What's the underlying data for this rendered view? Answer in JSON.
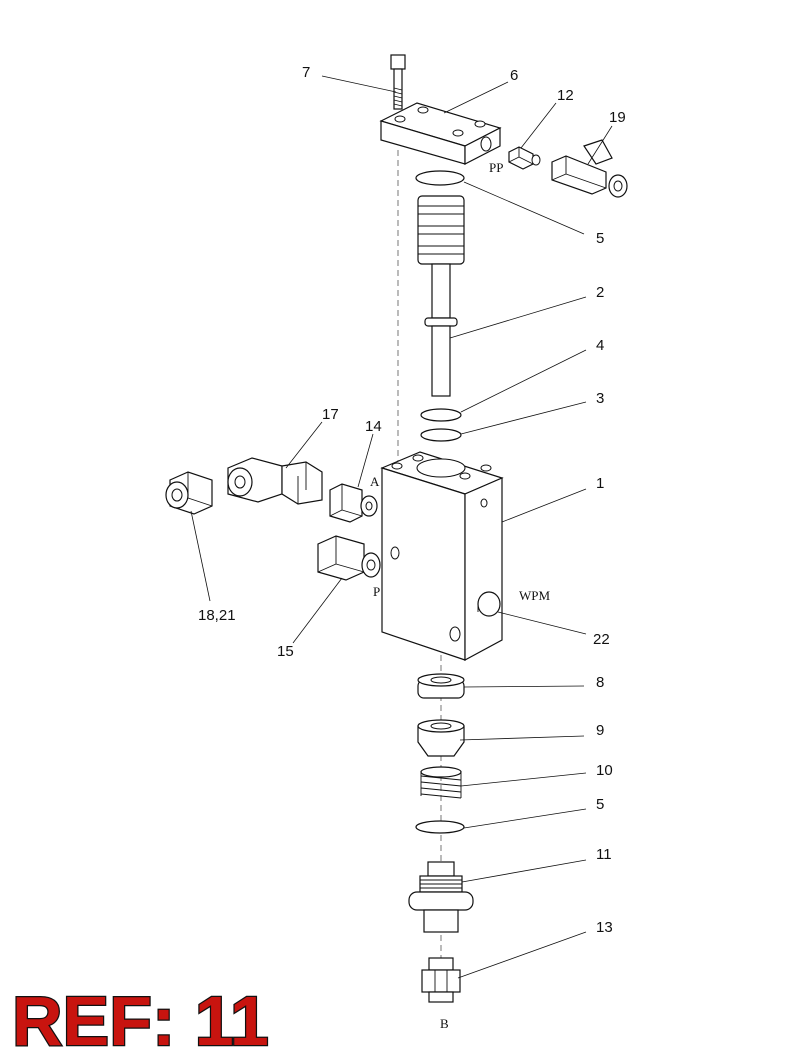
{
  "callouts": {
    "c1": "1",
    "c2": "2",
    "c3": "3",
    "c4": "4",
    "c5a": "5",
    "c5b": "5",
    "c6": "6",
    "c7": "7",
    "c8": "8",
    "c9": "9",
    "c10": "10",
    "c11": "11",
    "c12": "12",
    "c13": "13",
    "c14": "14",
    "c15": "15",
    "c17": "17",
    "c18_21": "18,21",
    "c19": "19",
    "c22": "22"
  },
  "ports": {
    "pp": "PP",
    "a": "A",
    "p": "P",
    "wpm": "WPM",
    "b": "B"
  },
  "ref_label": "REF: 11",
  "colors": {
    "ref_text": "#c8140f",
    "line": "#111111"
  }
}
